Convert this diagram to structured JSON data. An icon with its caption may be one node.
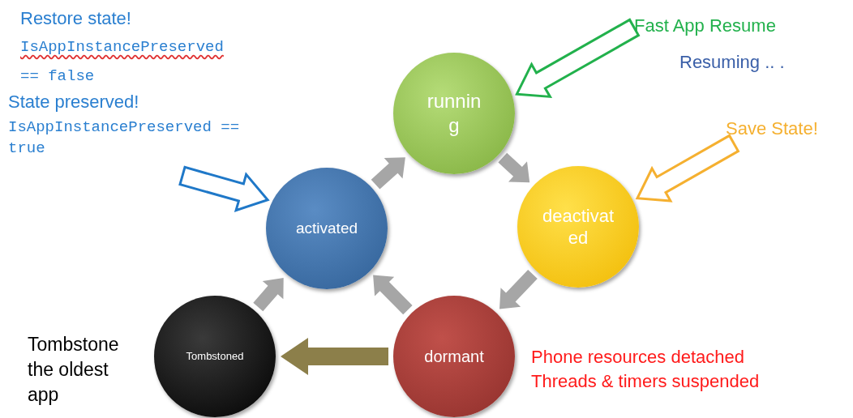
{
  "diagram": {
    "nodes": [
      {
        "text": [
          "State preserved!",
          "IsAppInstancePreserved == true"
        ]
      },
      {
        "text": [
          "Fast App Resume"
        ]
      },
      {
        "text": [
          "Save State!"
        ]
      },
      {
        "text": [
          "running"
        ]
      },
      {
        "text": [
          "activated"
        ]
      },
      {
        "text": [
          "deactivated"
        ]
      },
      {
        "text": [
          "dormant"
        ]
      },
      {
        "text": [
          "Tombstoned"
        ]
      }
    ],
    "edges": [
      {
        "from": 0,
        "to": 4,
        "arrow": "to",
        "color": "#1f78c8"
      },
      {
        "from": 1,
        "to": 3,
        "arrow": "to",
        "color": "#22b14c"
      },
      {
        "from": 2,
        "to": 5,
        "arrow": "to",
        "color": "#f5b030"
      },
      {
        "from": 4,
        "to": 3,
        "arrow": "to"
      },
      {
        "from": 3,
        "to": 5,
        "arrow": "to"
      },
      {
        "from": 5,
        "to": 6,
        "arrow": "to"
      },
      {
        "from": 6,
        "to": 4,
        "arrow": "to"
      },
      {
        "from": 7,
        "to": 4,
        "arrow": "to"
      },
      {
        "from": 6,
        "to": 7,
        "arrow": "to",
        "color": "#8c7f4a"
      }
    ],
    "labels": [
      "Restore state!",
      "IsAppInstancePreserved",
      "== false",
      "Resuming .. .",
      "Tombstone the oldest app",
      "Phone resources detached",
      "Threads & timers suspended"
    ]
  }
}
